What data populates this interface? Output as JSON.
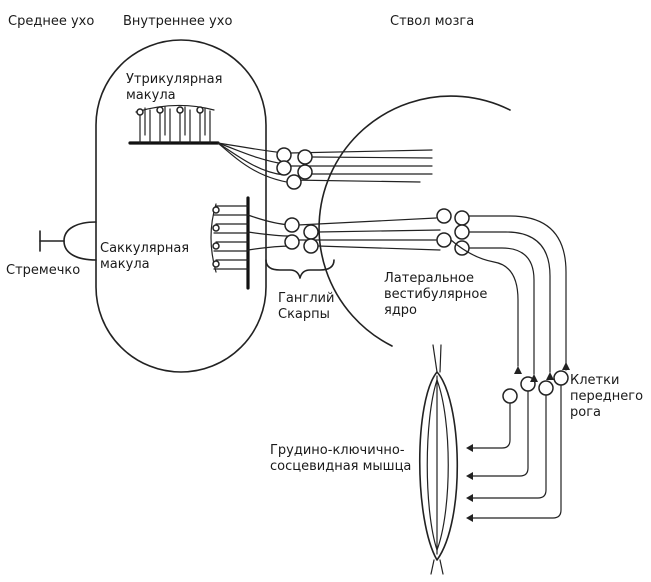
{
  "labels": {
    "middle_ear": "Среднее ухо",
    "inner_ear": "Внутреннее ухо",
    "brainstem": "Ствол мозга",
    "utricular_macula": [
      "Утрикулярная",
      "макула"
    ],
    "saccular_macula": [
      "Саккулярная",
      "макула"
    ],
    "stapes": "Стремечко",
    "scarpa_ganglion": [
      "Ганглий",
      "Скарпы"
    ],
    "lateral_vestibular_nucleus": [
      "Латеральное",
      "вестибулярное",
      "ядро"
    ],
    "anterior_horn_cells": [
      "Клетки",
      "переднего",
      "рога"
    ],
    "sternocleidomastoid": [
      "Грудино-ключично-",
      "сосцевидная мышца"
    ]
  }
}
